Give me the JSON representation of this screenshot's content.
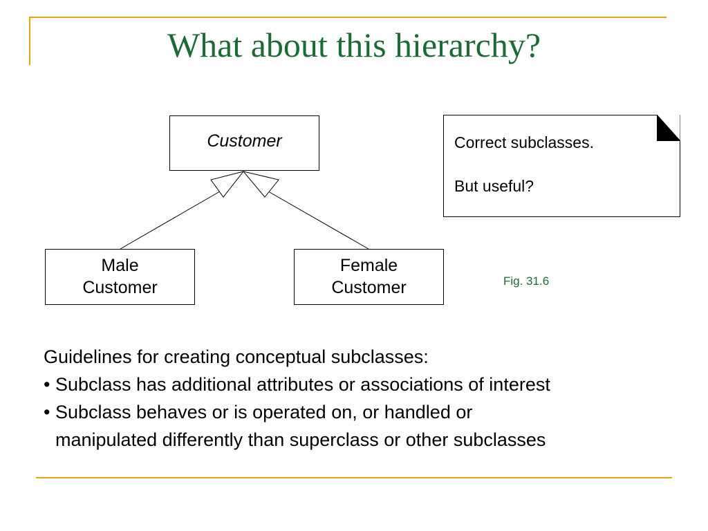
{
  "slide": {
    "title": "What about this hierarchy?"
  },
  "diagram": {
    "superclass": "Customer",
    "subclasses": [
      {
        "line1": "Male",
        "line2": "Customer"
      },
      {
        "line1": "Female",
        "line2": "Customer"
      }
    ]
  },
  "note": {
    "line1": "Correct subclasses.",
    "line2": "But useful?"
  },
  "figure_label": "Fig. 31.6",
  "guidelines": {
    "heading": "Guidelines for creating conceptual subclasses:",
    "bullet1": "• Subclass has additional attributes or associations of interest",
    "bullet2_line1": "• Subclass behaves or is operated on, or handled or",
    "bullet2_line2": "manipulated differently than superclass or other subclasses"
  },
  "colors": {
    "title": "#1a6b34",
    "accent_rule": "#e0a800",
    "figure_label": "#1a6b34"
  }
}
